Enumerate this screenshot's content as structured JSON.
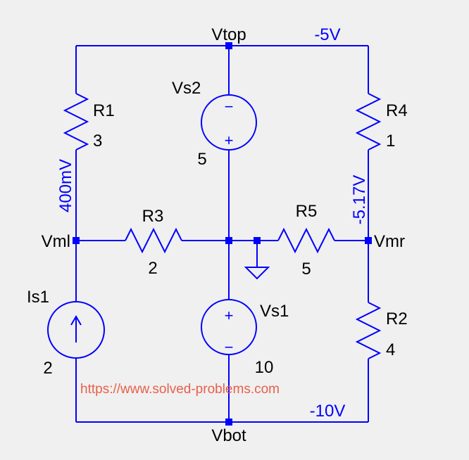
{
  "nodes": {
    "top": "Vtop",
    "bottom": "Vbot",
    "mid_left": "Vml",
    "mid_right": "Vmr"
  },
  "voltages": {
    "top_right": "-5V",
    "bottom_right": "-10V",
    "r1_drop": "400mV",
    "r4_drop": "-5.17V"
  },
  "components": {
    "r1": {
      "name": "R1",
      "value": "3"
    },
    "r2": {
      "name": "R2",
      "value": "4"
    },
    "r3": {
      "name": "R3",
      "value": "2"
    },
    "r4": {
      "name": "R4",
      "value": "1"
    },
    "r5": {
      "name": "R5",
      "value": "5"
    },
    "vs1": {
      "name": "Vs1",
      "value": "10"
    },
    "vs2": {
      "name": "Vs2",
      "value": "5"
    },
    "is1": {
      "name": "Is1",
      "value": "2"
    }
  },
  "signs": {
    "plus": "+",
    "minus": "−"
  },
  "watermark": "https://www.solved-problems.com",
  "colors": {
    "wire": "#0000ff",
    "background": "#f0f0f0",
    "watermark": "#e8604a"
  }
}
